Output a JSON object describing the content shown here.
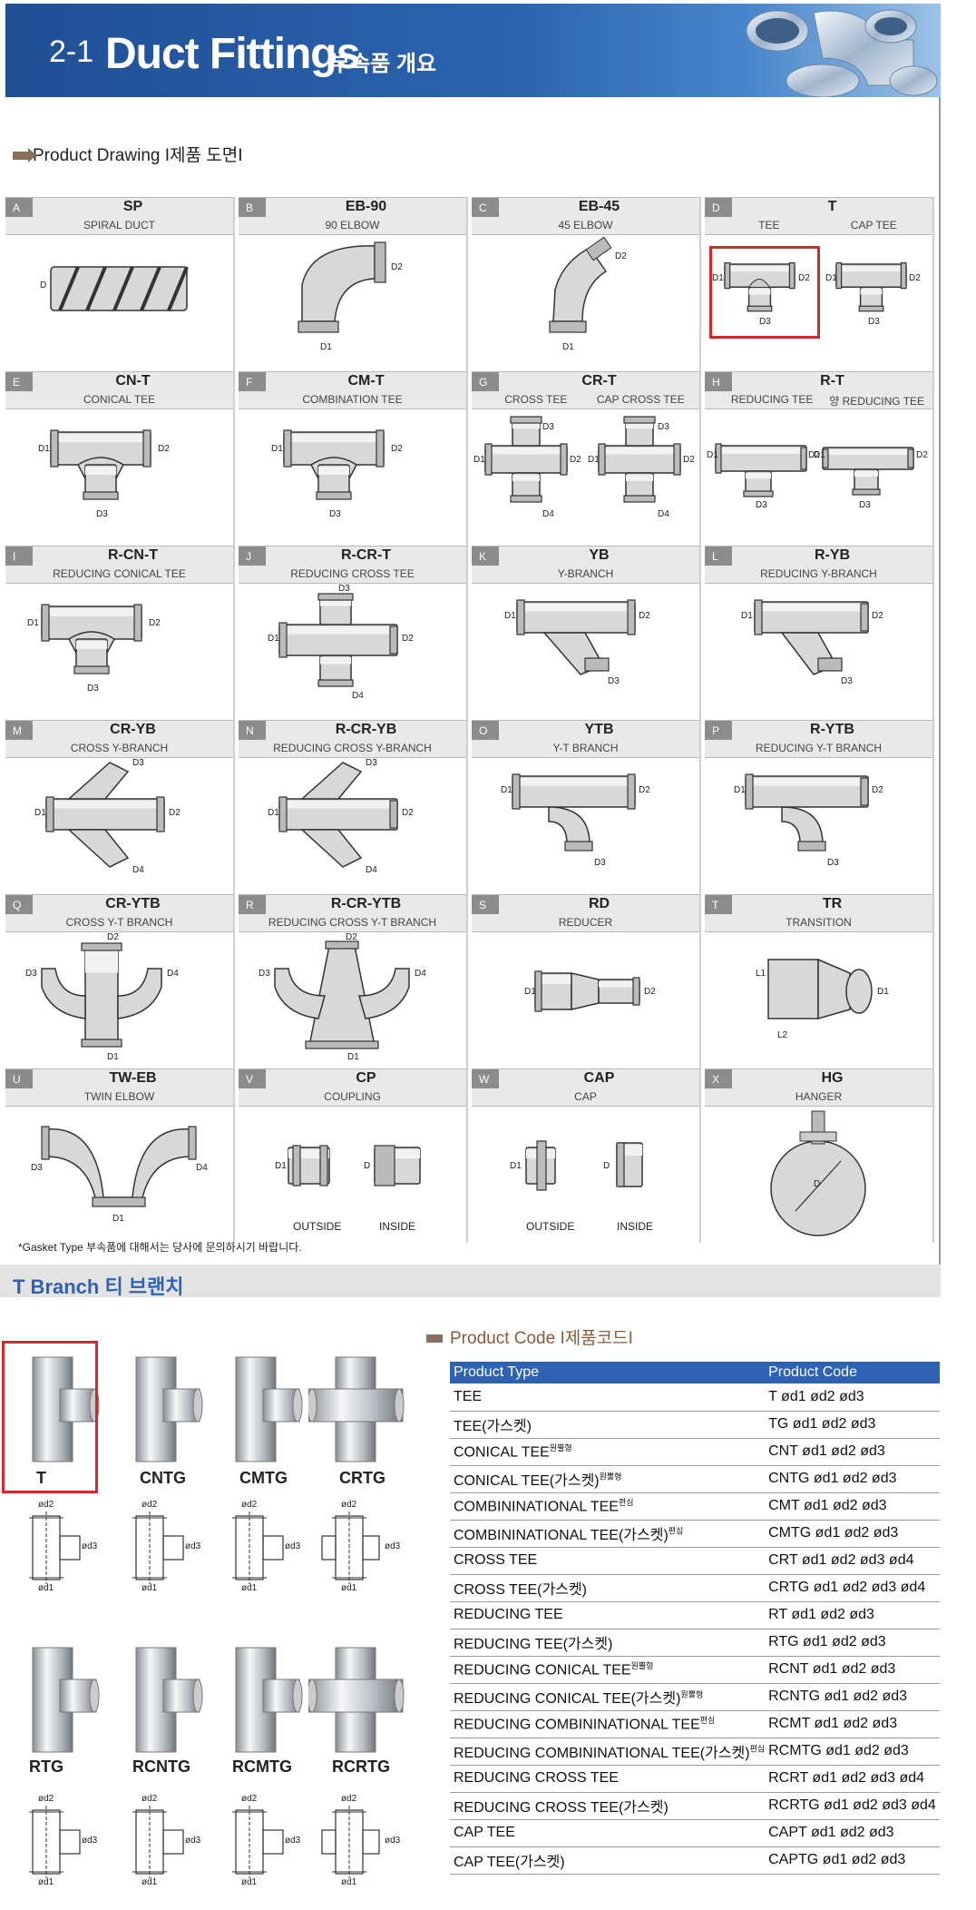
{
  "header": {
    "number": "2-1",
    "title": "Duct Fittings",
    "title_ko": "부속품 개요"
  },
  "drawing_section": {
    "label": "Product Drawing I제품 도면I"
  },
  "cells": [
    {
      "letter": "A",
      "code": "SP",
      "sub": [
        "SPIRAL DUCT"
      ]
    },
    {
      "letter": "B",
      "code": "EB-90",
      "sub": [
        "90 ELBOW"
      ]
    },
    {
      "letter": "C",
      "code": "EB-45",
      "sub": [
        "45 ELBOW"
      ]
    },
    {
      "letter": "D",
      "code": "T",
      "sub": [
        "TEE",
        "CAP TEE"
      ]
    },
    {
      "letter": "E",
      "code": "CN-T",
      "sub": [
        "CONICAL TEE"
      ]
    },
    {
      "letter": "F",
      "code": "CM-T",
      "sub": [
        "COMBINATION TEE"
      ]
    },
    {
      "letter": "G",
      "code": "CR-T",
      "sub": [
        "CROSS TEE",
        "CAP CROSS TEE"
      ]
    },
    {
      "letter": "H",
      "code": "R-T",
      "sub": [
        "REDUCING TEE",
        "양 REDUCING TEE"
      ]
    },
    {
      "letter": "I",
      "code": "R-CN-T",
      "sub": [
        "REDUCING CONICAL TEE"
      ]
    },
    {
      "letter": "J",
      "code": "R-CR-T",
      "sub": [
        "REDUCING CROSS TEE"
      ]
    },
    {
      "letter": "K",
      "code": "YB",
      "sub": [
        "Y-BRANCH"
      ]
    },
    {
      "letter": "L",
      "code": "R-YB",
      "sub": [
        "REDUCING Y-BRANCH"
      ]
    },
    {
      "letter": "M",
      "code": "CR-YB",
      "sub": [
        "CROSS Y-BRANCH"
      ]
    },
    {
      "letter": "N",
      "code": "R-CR-YB",
      "sub": [
        "REDUCING CROSS Y-BRANCH"
      ]
    },
    {
      "letter": "O",
      "code": "YTB",
      "sub": [
        "Y-T BRANCH"
      ]
    },
    {
      "letter": "P",
      "code": "R-YTB",
      "sub": [
        "REDUCING Y-T BRANCH"
      ]
    },
    {
      "letter": "Q",
      "code": "CR-YTB",
      "sub": [
        "CROSS Y-T BRANCH"
      ]
    },
    {
      "letter": "R",
      "code": "R-CR-YTB",
      "sub": [
        "REDUCING CROSS Y-T BRANCH"
      ]
    },
    {
      "letter": "S",
      "code": "RD",
      "sub": [
        "REDUCER"
      ]
    },
    {
      "letter": "T",
      "code": "TR",
      "sub": [
        "TRANSITION"
      ]
    },
    {
      "letter": "U",
      "code": "TW-EB",
      "sub": [
        "TWIN ELBOW"
      ]
    },
    {
      "letter": "V",
      "code": "CP",
      "sub": [
        "COUPLING"
      ]
    },
    {
      "letter": "W",
      "code": "CAP",
      "sub": [
        "CAP"
      ]
    },
    {
      "letter": "X",
      "code": "HG",
      "sub": [
        "HANGER"
      ]
    }
  ],
  "dim": {
    "d": "D",
    "d1": "D1",
    "d2": "D2",
    "d3": "D3",
    "d4": "D4",
    "l1": "L1",
    "l2": "L2"
  },
  "captions": {
    "outside": "OUTSIDE",
    "inside": "INSIDE"
  },
  "note": "*Gasket Type 부속품에 대해서는 당사에 문의하시기 바랍니다.",
  "tbranch": {
    "title": "T Branch  티 브랜치",
    "products_top": [
      "T",
      "CNTG",
      "CMTG",
      "CRTG"
    ],
    "products_bottom": [
      "RTG",
      "RCNTG",
      "RCMTG",
      "RCRTG"
    ],
    "dims": {
      "od1": "ød1",
      "od2": "ød2",
      "od3": "ød3"
    }
  },
  "code_section": {
    "label": "Product Code I제품코드I",
    "headers": [
      "Product Type",
      "Product Code"
    ],
    "rows": [
      {
        "type": "TEE",
        "sup": "",
        "code": "T ød1 ød2 ød3"
      },
      {
        "type": "TEE(가스켓)",
        "sup": "",
        "code": "TG ød1 ød2 ød3"
      },
      {
        "type": "CONICAL TEE",
        "sup": "원뿔형",
        "code": "CNT ød1 ød2 ød3"
      },
      {
        "type": "CONICAL TEE(가스켓)",
        "sup": "원뿔형",
        "code": "CNTG ød1 ød2 ød3"
      },
      {
        "type": "COMBININATIONAL TEE",
        "sup": "편심",
        "code": "CMT ød1 ød2 ød3"
      },
      {
        "type": "COMBININATIONAL TEE(가스켓)",
        "sup": "편심",
        "code": "CMTG ød1 ød2 ød3"
      },
      {
        "type": "CROSS TEE",
        "sup": "",
        "code": "CRT ød1 ød2 ød3 ød4"
      },
      {
        "type": "CROSS TEE(가스켓)",
        "sup": "",
        "code": "CRTG ød1 ød2 ød3 ød4"
      },
      {
        "type": "REDUCING TEE",
        "sup": "",
        "code": "RT ød1 ød2 ød3"
      },
      {
        "type": "REDUCING TEE(가스켓)",
        "sup": "",
        "code": "RTG ød1 ød2 ød3"
      },
      {
        "type": "REDUCING CONICAL TEE",
        "sup": "원뿔형",
        "code": "RCNT ød1 ød2 ød3"
      },
      {
        "type": "REDUCING CONICAL TEE(가스켓)",
        "sup": "원뿔형",
        "code": "RCNTG ød1 ød2 ød3"
      },
      {
        "type": "REDUCING COMBININATIONAL TEE",
        "sup": "편심",
        "code": "RCMT ød1 ød2 ød3"
      },
      {
        "type": "REDUCING COMBININATIONAL TEE(가스켓)",
        "sup": "편심",
        "code": "RCMTG ød1 ød2 ød3"
      },
      {
        "type": "REDUCING CROSS TEE",
        "sup": "",
        "code": "RCRT ød1 ød2 ød3 ød4"
      },
      {
        "type": "REDUCING CROSS TEE(가스켓)",
        "sup": "",
        "code": "RCRTG ød1 ød2 ød3 ød4"
      },
      {
        "type": "CAP TEE",
        "sup": "",
        "code": "CAPT ød1 ød2 ød3"
      },
      {
        "type": "CAP TEE(가스켓)",
        "sup": "",
        "code": "CAPTG ød1 ød2 ød3"
      }
    ]
  }
}
